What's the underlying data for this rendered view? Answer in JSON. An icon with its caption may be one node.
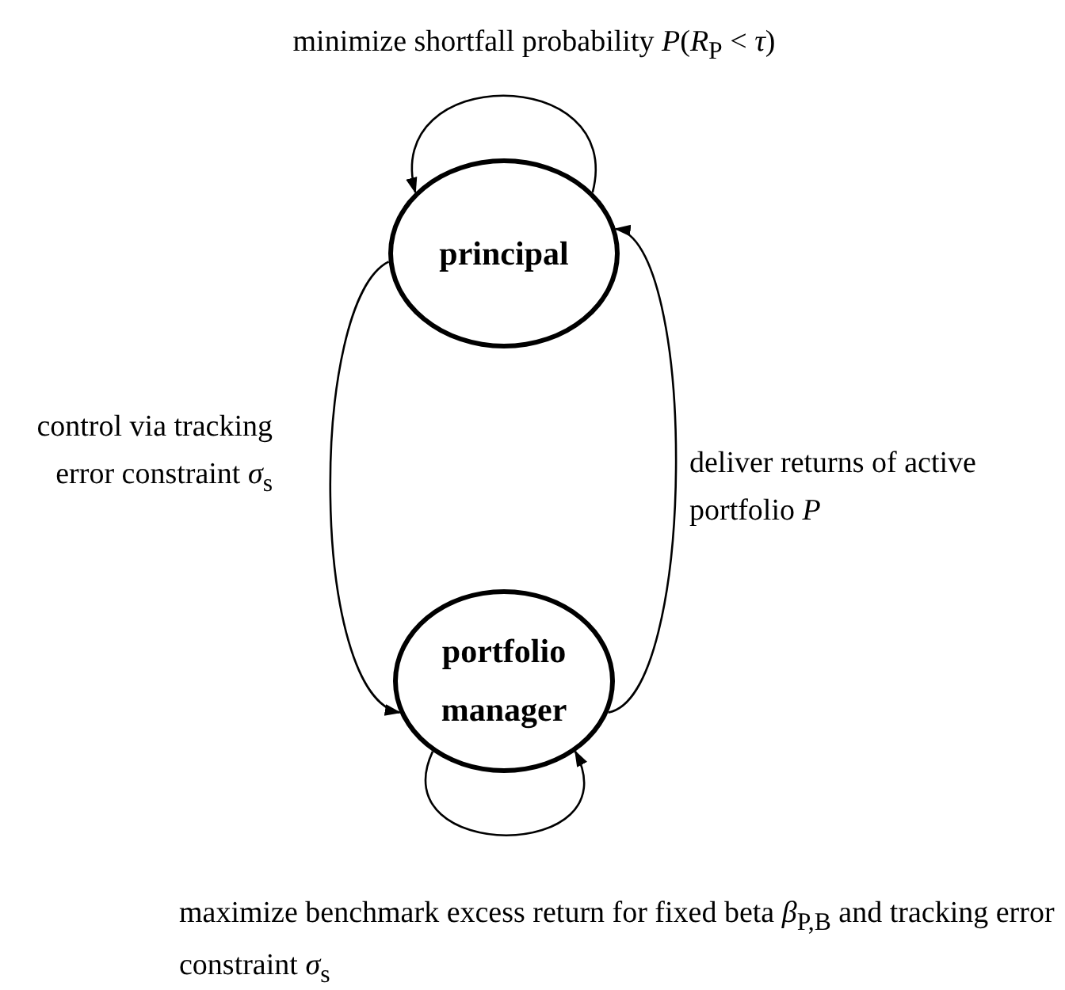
{
  "diagram": {
    "nodes": [
      {
        "text": [
          "principal"
        ]
      },
      {
        "text": [
          "portfolio manager"
        ]
      }
    ],
    "edges": [
      {
        "from": 0,
        "to": 0,
        "arrow": "to",
        "label": "minimize shortfall probability *P*(*R*$_{P}$ < *τ*)"
      },
      {
        "from": 0,
        "to": 1,
        "arrow": "to",
        "label": "control via tracking error constraint *σ*$_{s}$"
      },
      {
        "from": 1,
        "to": 0,
        "arrow": "to",
        "label": "deliver returns of active portfolio *P*"
      },
      {
        "from": 1,
        "to": 1,
        "arrow": "to",
        "label": "maximize benchmark excess return for fixed beta *β*$_{P,B}$ and tracking error constraint *σ*$_{s}$"
      }
    ]
  }
}
